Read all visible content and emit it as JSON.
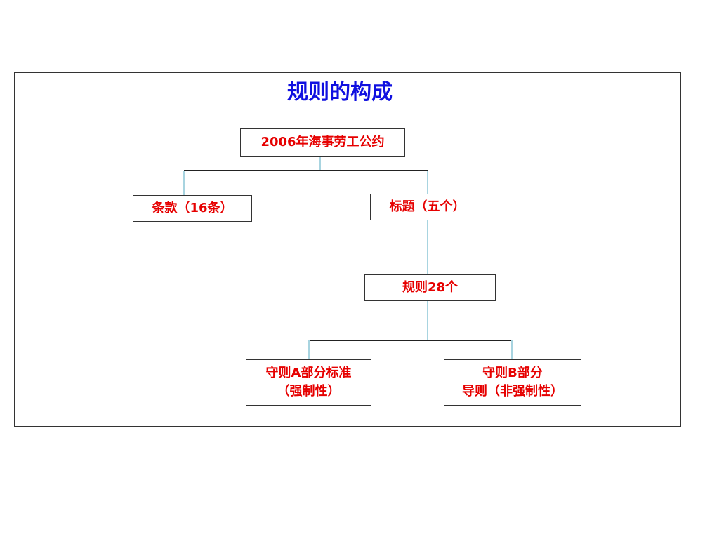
{
  "title": "规则的构成",
  "nodes": {
    "root": "2006年海事劳工公约",
    "clauses": "条款（16条）",
    "titles": "标题（五个）",
    "rules": "规则28个",
    "part_a_line1": "守则A部分标准",
    "part_a_line2": "（强制性）",
    "part_b_line1": "守则B部分",
    "part_b_line2": "导则（非强制性）"
  },
  "colors": {
    "title": "#1010e0",
    "node_text": "#e60000",
    "connector": "#a8d4e0",
    "bar": "#222222"
  }
}
